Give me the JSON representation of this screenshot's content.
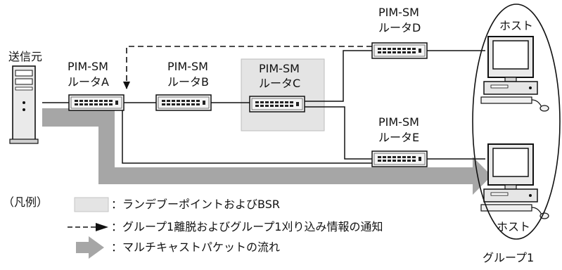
{
  "source_label": "送信元",
  "routers": {
    "a": {
      "line1": "PIM-SM",
      "line2": "ルータA"
    },
    "b": {
      "line1": "PIM-SM",
      "line2": "ルータB"
    },
    "c": {
      "line1": "PIM-SM",
      "line2": "ルータC"
    },
    "d": {
      "line1": "PIM-SM",
      "line2": "ルータD"
    },
    "e": {
      "line1": "PIM-SM",
      "line2": "ルータE"
    }
  },
  "hosts": {
    "top": "ホスト",
    "bottom": "ホスト"
  },
  "group_label": "グループ1",
  "legend": {
    "prefix": "（凡例）",
    "rp": "：ランデブーポイントおよびBSR",
    "notify": "：グループ1離脱およびグループ1刈り込み情報の通知",
    "flow": "：マルチキャストパケットの流れ"
  },
  "colors": {
    "rp_fill": "#e4e4e4",
    "flow_arrow": "#a6a6a6",
    "line": "#111111"
  }
}
